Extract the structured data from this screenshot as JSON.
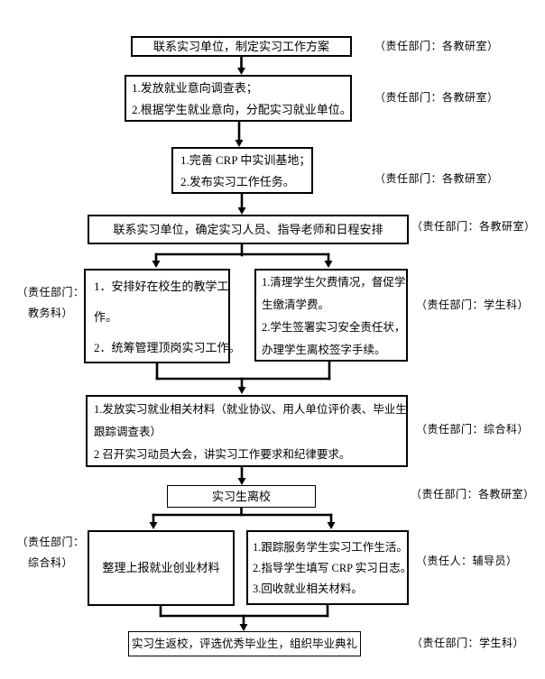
{
  "diagram": {
    "type": "flowchart",
    "colors": {
      "background": "#ffffff",
      "line": "#000000",
      "text": "#000000"
    },
    "steps": {
      "s1": {
        "text": "联系实习单位，制定实习工作方案",
        "annotation": "（责任部门：各教研室）"
      },
      "s2": {
        "line1": "1.发放就业意向调查表；",
        "line2": "2.根据学生就业意向，分配实习就业单位。",
        "annotation": "（责任部门：各教研室）"
      },
      "s3": {
        "line1": "1.完善 CRP 中实训基地；",
        "line2": "2.发布实习工作任务。",
        "annotation": "（责任部门：各教研室）"
      },
      "s4": {
        "text": "联系实习单位，确定实习人员、指导老师和日程安排",
        "annotation": "（责任部门：各教研室）"
      },
      "s5a": {
        "line1": "1．安排好在校生的教学工",
        "line2": "作。",
        "line3": "2．统筹管理顶岗实习工作。",
        "annotation_line1": "（责任部门：",
        "annotation_line2": "教务科）"
      },
      "s5b": {
        "line1": "1.清理学生欠费情况，督促学",
        "line2": "生缴清学费。",
        "line3": "2.学生签署实习安全责任状，",
        "line4": "办理学生离校签字手续。",
        "annotation": "（责任部门：学生科）"
      },
      "s6": {
        "line1": "1.发放实习就业相关材料（就业协议、用人单位评价表、毕业生",
        "line2": "跟踪调查表）",
        "line3": "2 召开实习动员大会，讲实习工作要求和纪律要求。",
        "annotation": "（责任部门：综合科）"
      },
      "s7": {
        "text": "实习生离校",
        "annotation": "（责任部门：各教研室）"
      },
      "s8a": {
        "text": "整理上报就业创业材料",
        "annotation_line1": "（责任部门：",
        "annotation_line2": "综合科）"
      },
      "s8b": {
        "line1": "1.跟踪服务学生实习工作生活。",
        "line2": "2.指导学生填写 CRP 实习日志。",
        "line3": "3.回收就业相关材料。",
        "annotation": "（责任人：辅导员）"
      },
      "s9": {
        "text": "实习生返校，评选优秀毕业生，组织毕业典礼",
        "annotation": "（责任部门：学生科）"
      }
    }
  }
}
